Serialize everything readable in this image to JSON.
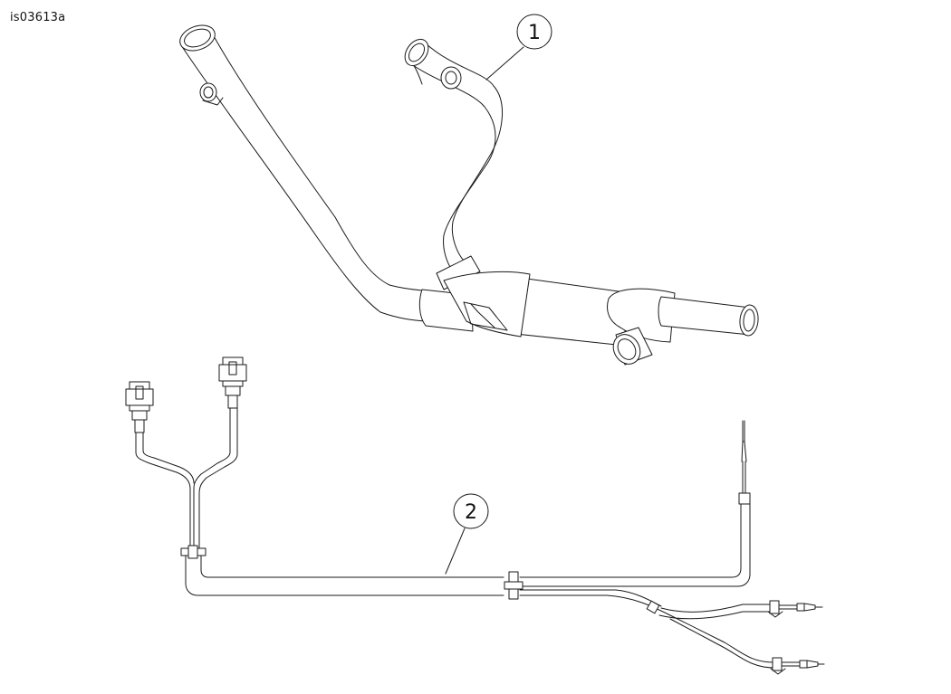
{
  "figure_id": "is03613a",
  "callouts": [
    {
      "label": "1",
      "part": "exhaust-headpipe-assembly"
    },
    {
      "label": "2",
      "part": "oxygen-sensor-wiring-harness"
    }
  ],
  "colors": {
    "line": "#1a1a1a",
    "background": "#ffffff"
  }
}
